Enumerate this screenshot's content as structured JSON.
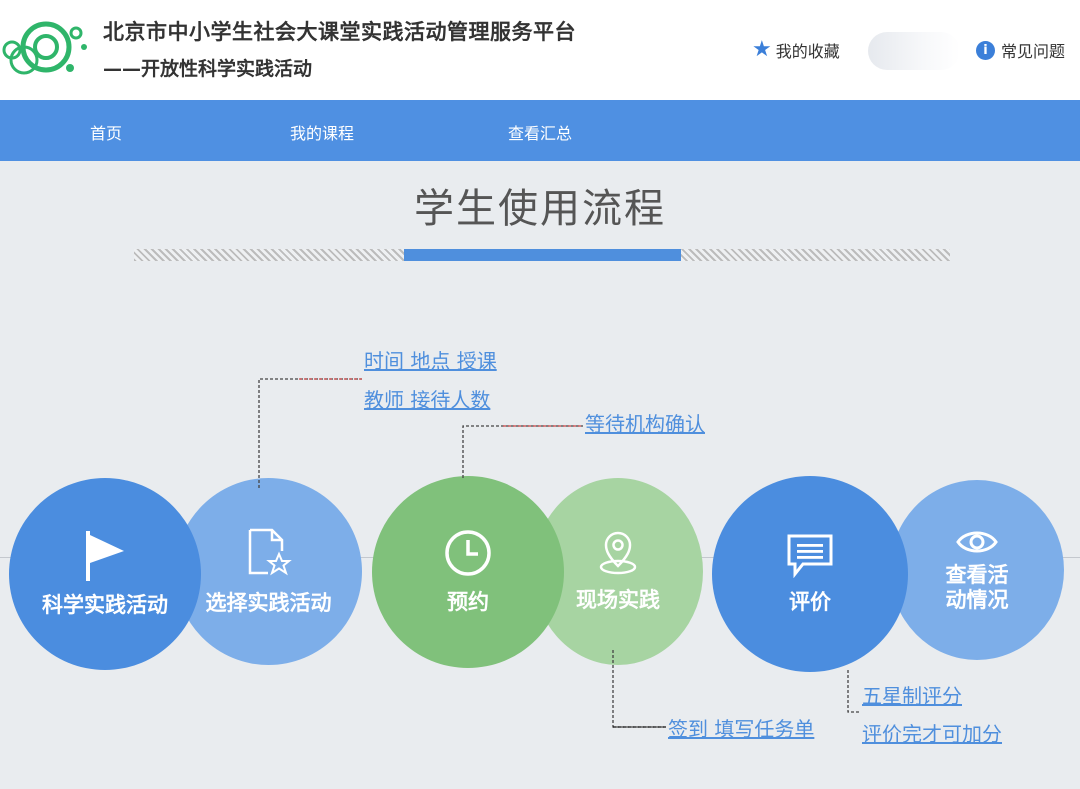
{
  "header": {
    "title": "北京市中小学生社会大课堂实践活动管理服务平台",
    "subtitle": "——开放性科学实践活动",
    "favorites": "我的收藏",
    "faq": "常见问题"
  },
  "nav": {
    "items": [
      "首页",
      "我的课程",
      "查看汇总"
    ]
  },
  "flow": {
    "heading": "学生使用流程",
    "steps": [
      "科学实践活动",
      "选择实践活动",
      "预约",
      "现场实践",
      "评价",
      "查看活动情况"
    ],
    "step6_line1": "查看活",
    "step6_line2": "动情况",
    "annotations": {
      "select_1": "时间 地点 授课",
      "select_2": "教师 接待人数",
      "booking": "等待机构确认",
      "onsite": "签到 填写任务单",
      "rate_1": "五星制评分",
      "rate_2": "评价完才可加分"
    }
  },
  "colors": {
    "blue": "#4b8ddf",
    "light_blue": "#7daee9",
    "green": "#80c17b",
    "light_green": "#a7d4a2",
    "nav": "#4f90e2"
  },
  "icons": [
    "logo-icon",
    "star-icon",
    "info-icon",
    "flag-icon",
    "doc-star-icon",
    "clock-icon",
    "location-icon",
    "message-icon",
    "eye-icon"
  ]
}
